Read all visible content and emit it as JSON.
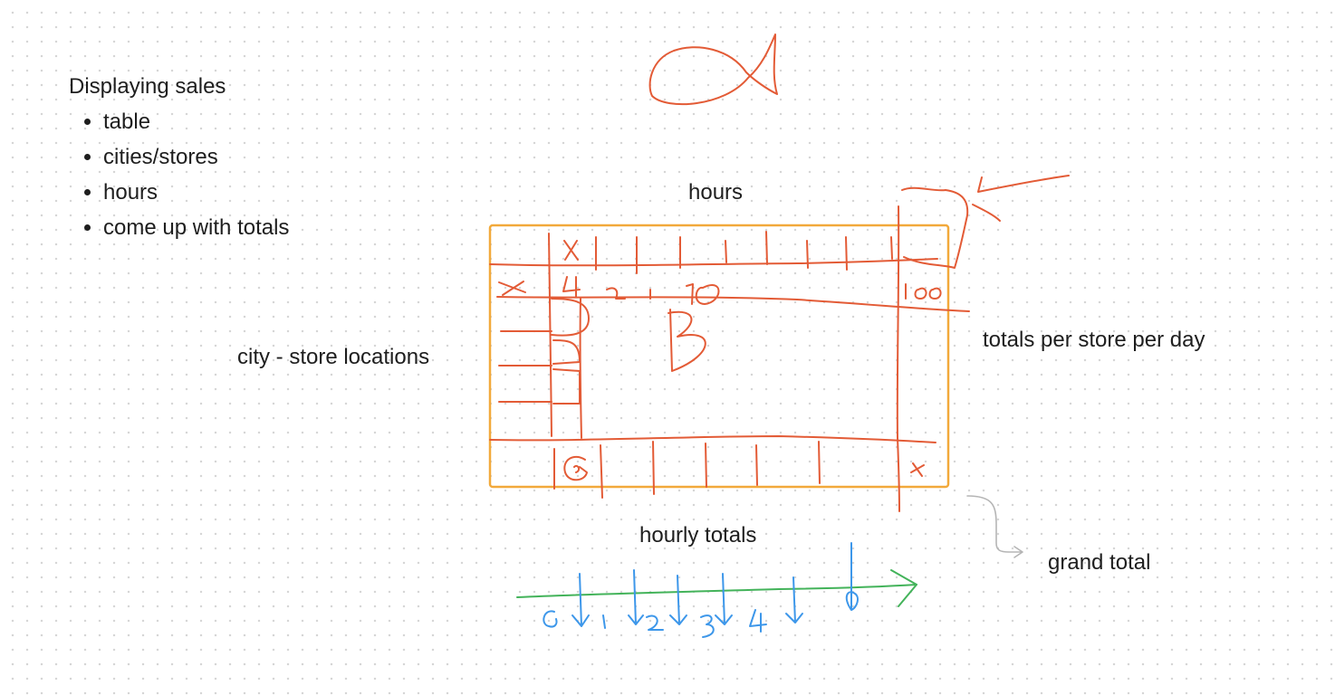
{
  "notes": {
    "title": "Displaying sales",
    "items": [
      "table",
      "cities/stores",
      "hours",
      "come up with totals"
    ]
  },
  "labels": {
    "hours": "hours",
    "city_store_locations": "city - store locations",
    "totals_per_store": "totals per store per day",
    "hourly_totals": "hourly totals",
    "grand_total": "grand total"
  },
  "colors": {
    "ink_red": "#e35b36",
    "ink_blue": "#3d97ea",
    "ink_green": "#43b35a",
    "frame_orange": "#f2a93b",
    "connector_grey": "#b5b5b5"
  }
}
